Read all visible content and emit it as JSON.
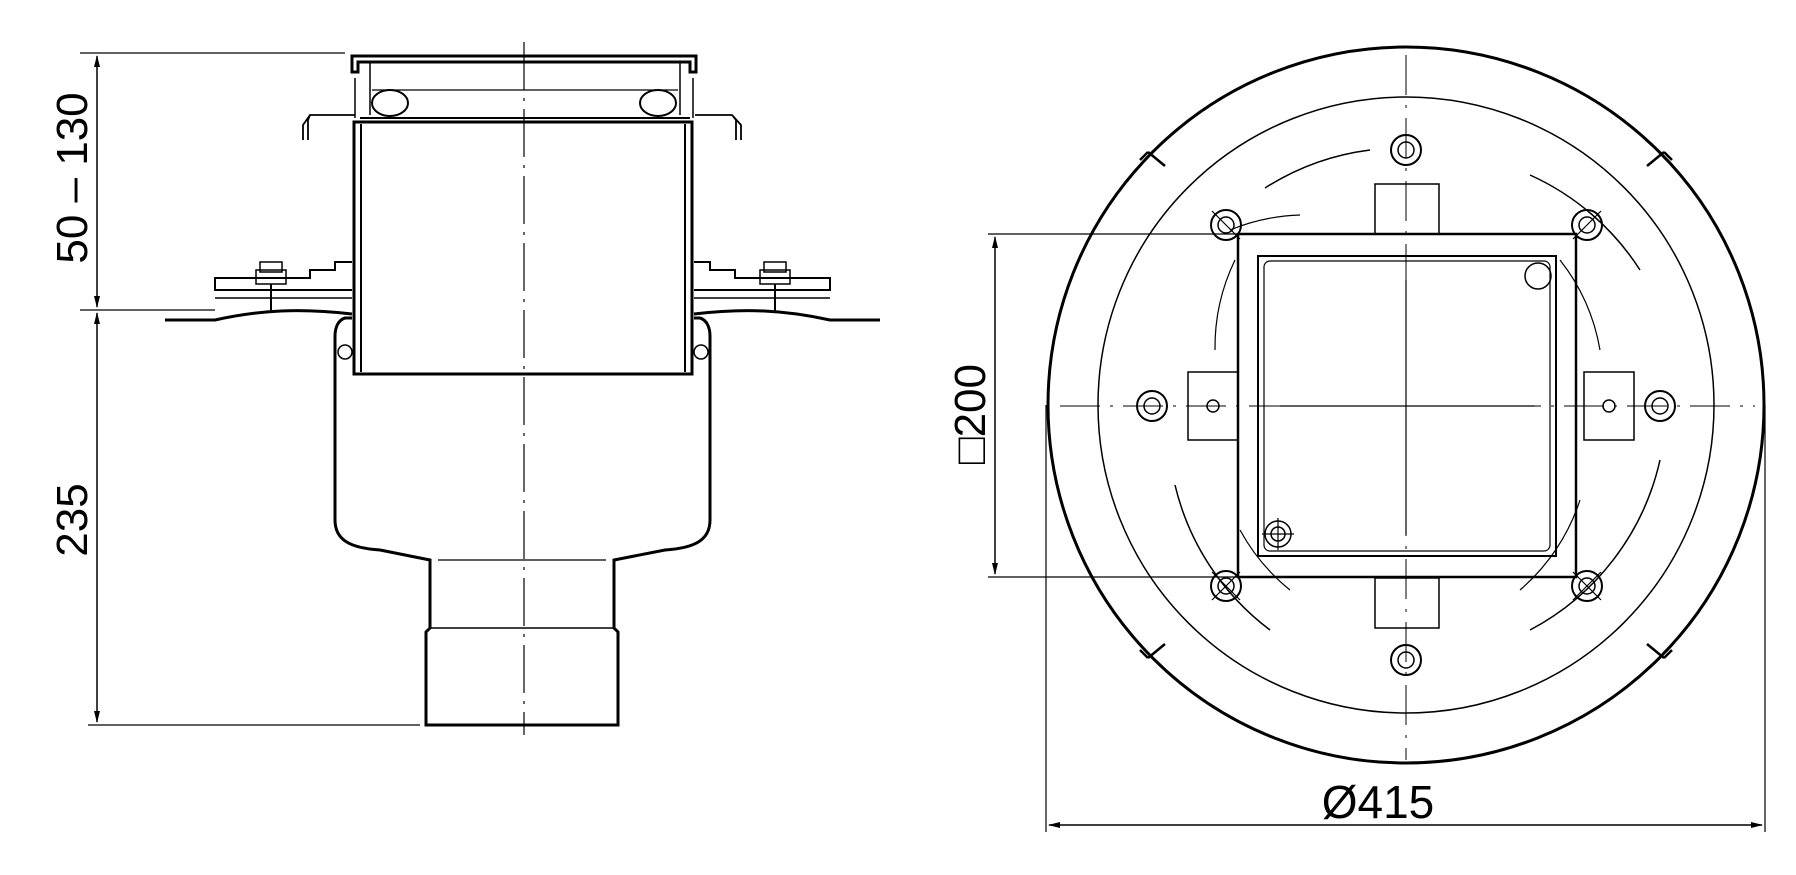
{
  "dimensions": {
    "flange_height": "50 – 130",
    "body_height": "235",
    "grate_size": "□200",
    "outer_diameter": "Ø415"
  },
  "colors": {
    "line": "#000000",
    "background": "#ffffff"
  }
}
